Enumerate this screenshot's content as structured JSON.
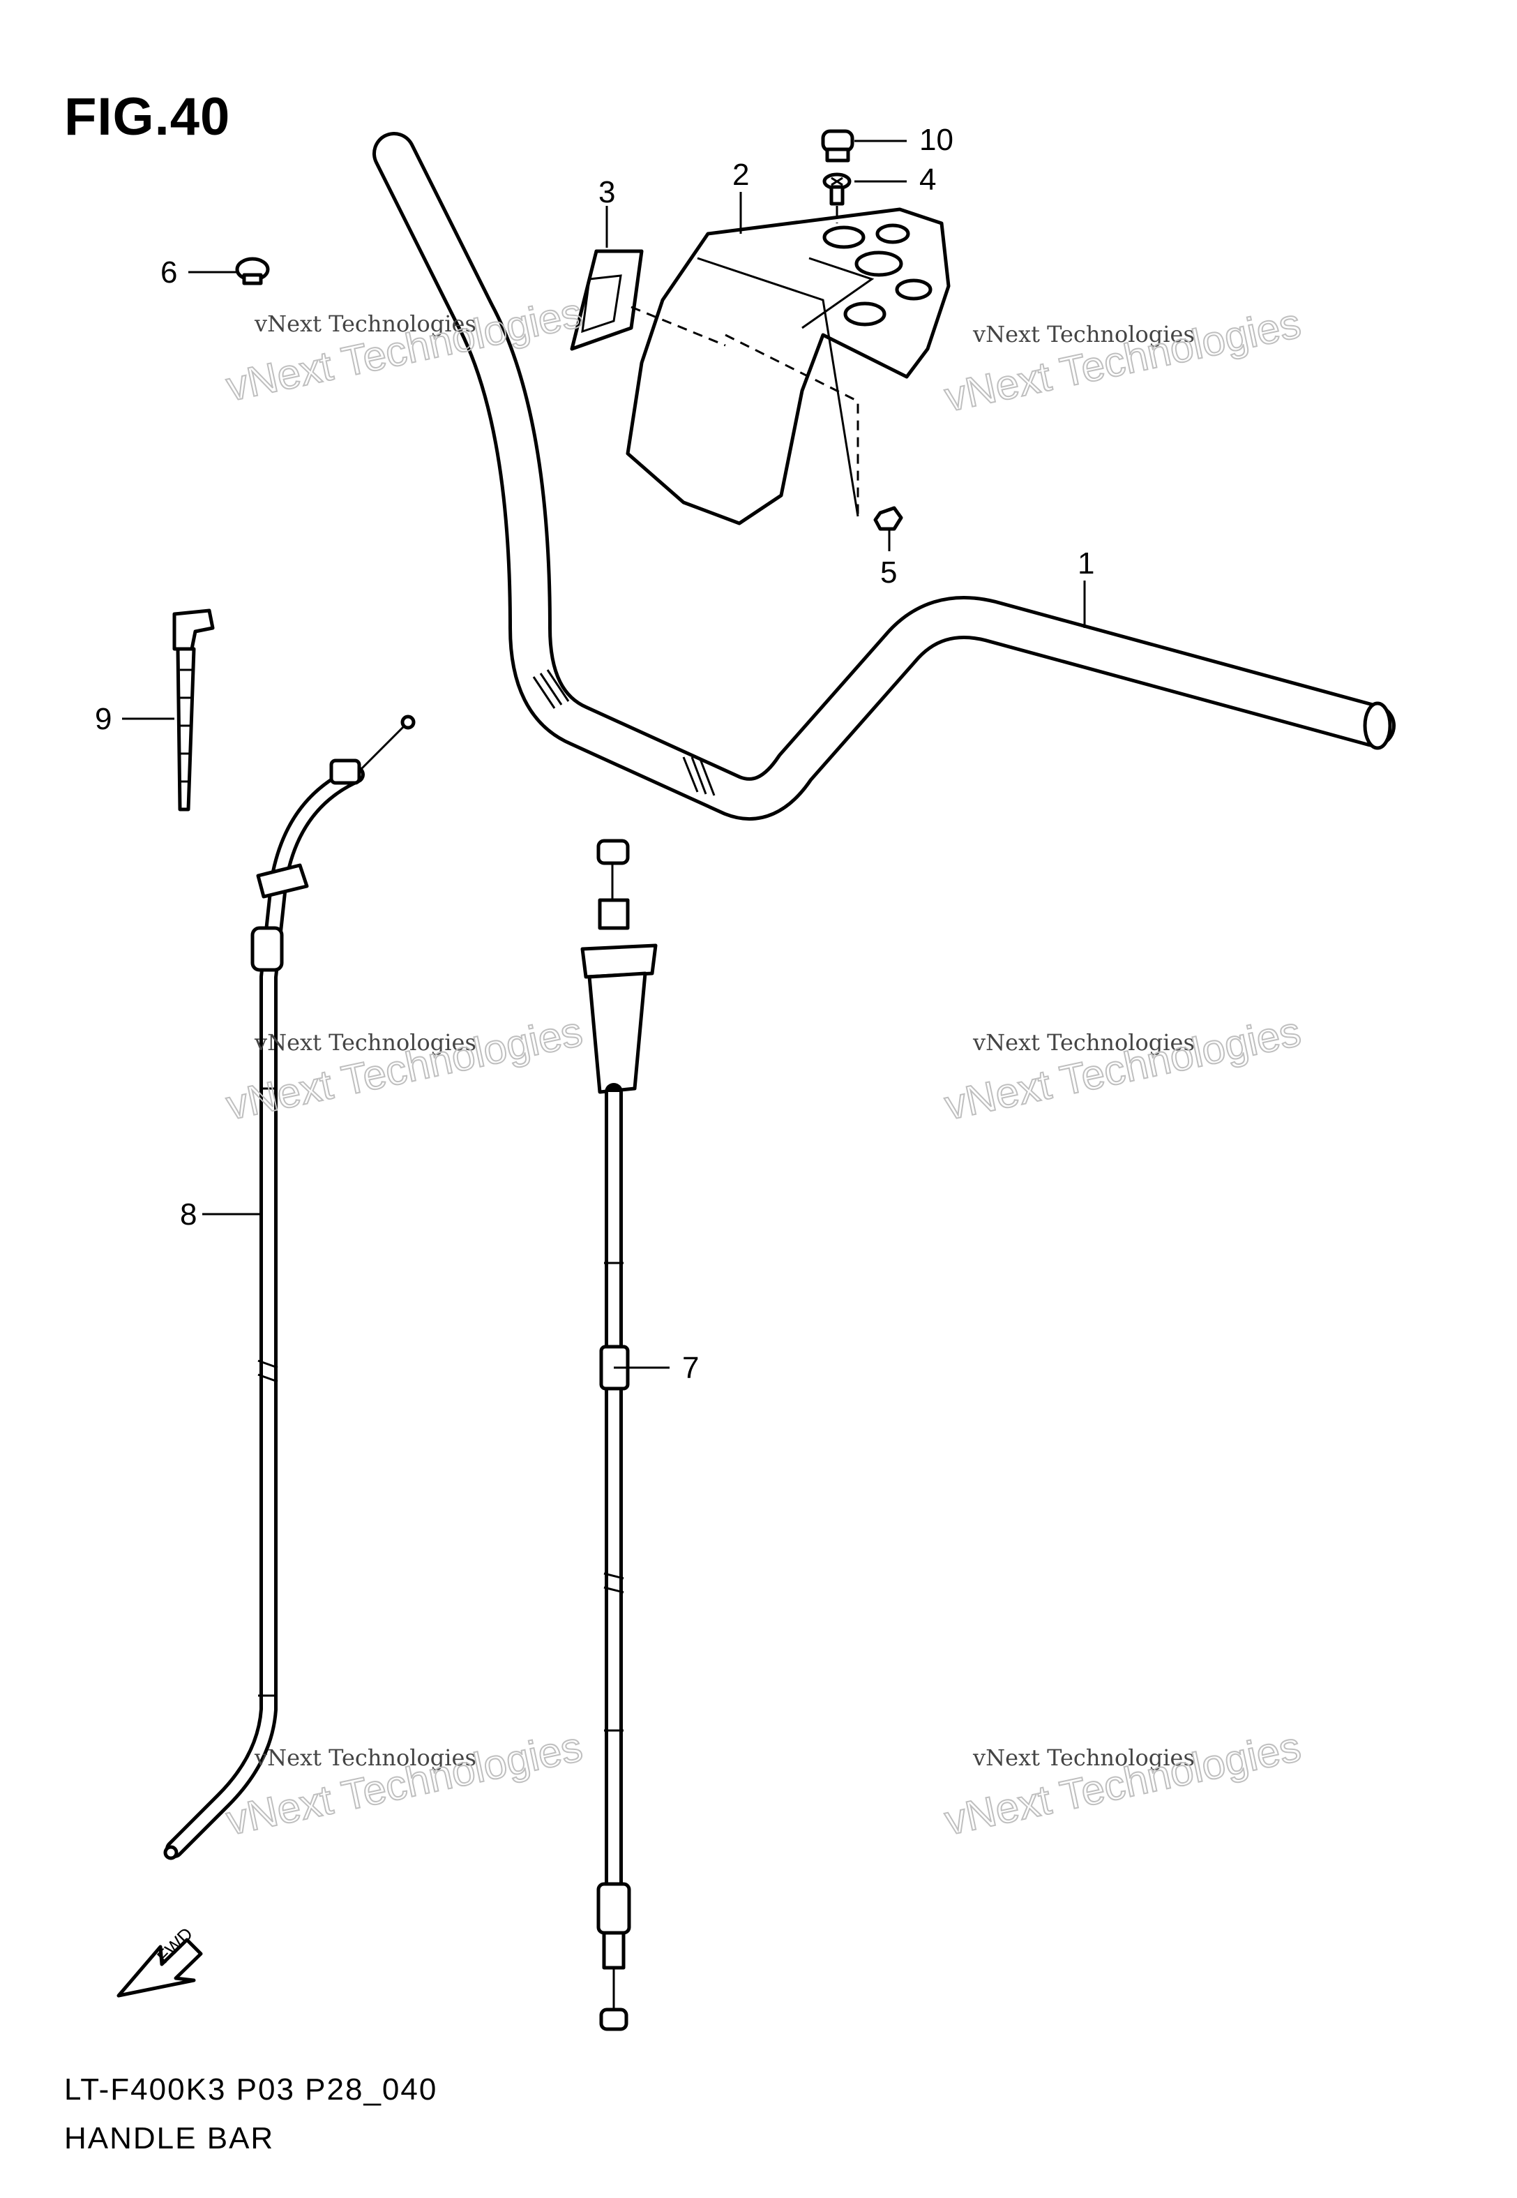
{
  "figure": {
    "number_label": "FIG.40",
    "model_code": "LT-F400K3 P03 P28_040",
    "title": "HANDLE BAR"
  },
  "callouts": [
    "1",
    "2",
    "3",
    "4",
    "5",
    "6",
    "7",
    "8",
    "9",
    "10"
  ],
  "direction_arrow": {
    "label": "FWD",
    "icon": "forward-arrow-icon"
  },
  "watermark": {
    "line1": "vNext Technologies",
    "line2": "vNext Technologies"
  }
}
